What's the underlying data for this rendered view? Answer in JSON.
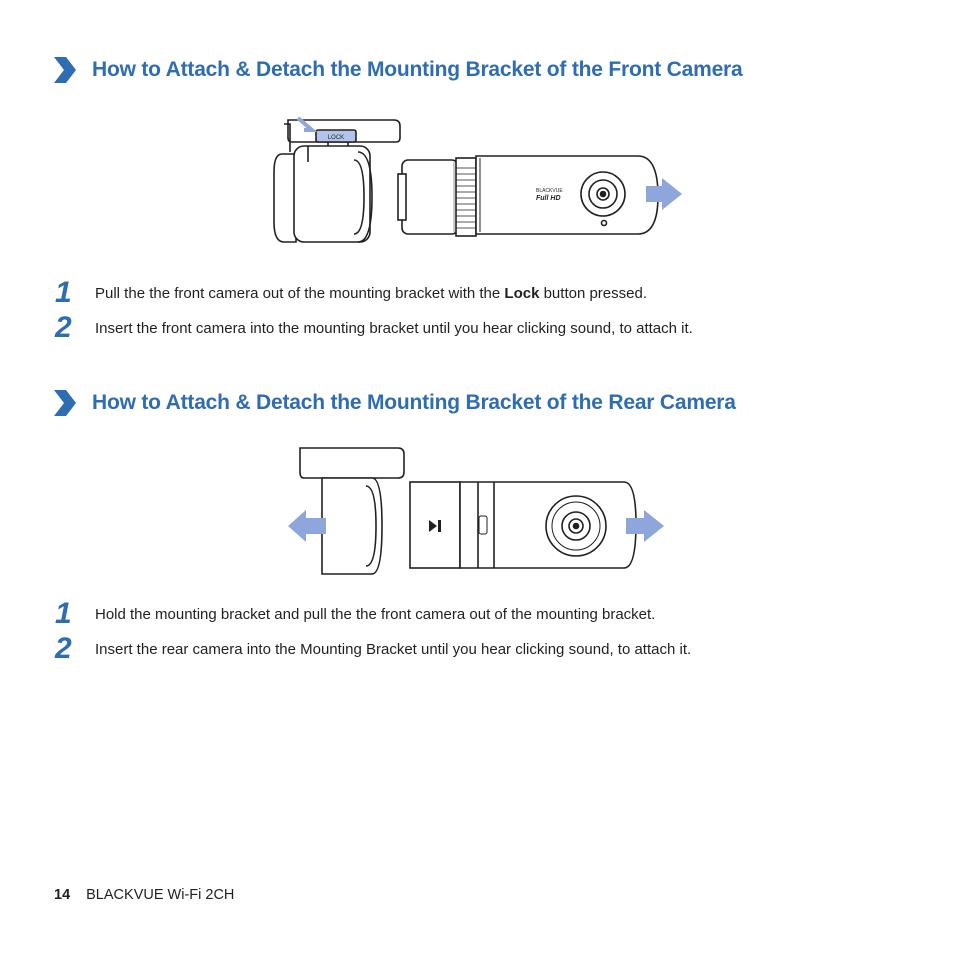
{
  "section_front": {
    "title": "How to Attach & Detach the Mounting Bracket of the Front Camera",
    "figure": {
      "lock_label": "LOCK",
      "brand": "BLACKVUE",
      "badge": "Full HD"
    },
    "steps": [
      {
        "num": "1",
        "pre": "Pull the the front camera out of the mounting bracket with the ",
        "bold": "Lock",
        "post": " button pressed."
      },
      {
        "num": "2",
        "text": "Insert the front camera into the mounting bracket until you hear clicking sound, to attach it."
      }
    ]
  },
  "section_rear": {
    "title": "How to Attach & Detach the Mounting Bracket of the Rear Camera",
    "steps": [
      {
        "num": "1",
        "text": "Hold the mounting bracket and pull the the front camera out of the mounting bracket."
      },
      {
        "num": "2",
        "text": "Insert the rear camera into the Mounting Bracket until you hear clicking sound, to attach it."
      }
    ]
  },
  "footer": {
    "page_number": "14",
    "doc_title": "BLACKVUE Wi-Fi 2CH"
  },
  "colors": {
    "accent": "#2e6db4",
    "arrow": "#8ea6dc",
    "text": "#231f20"
  }
}
